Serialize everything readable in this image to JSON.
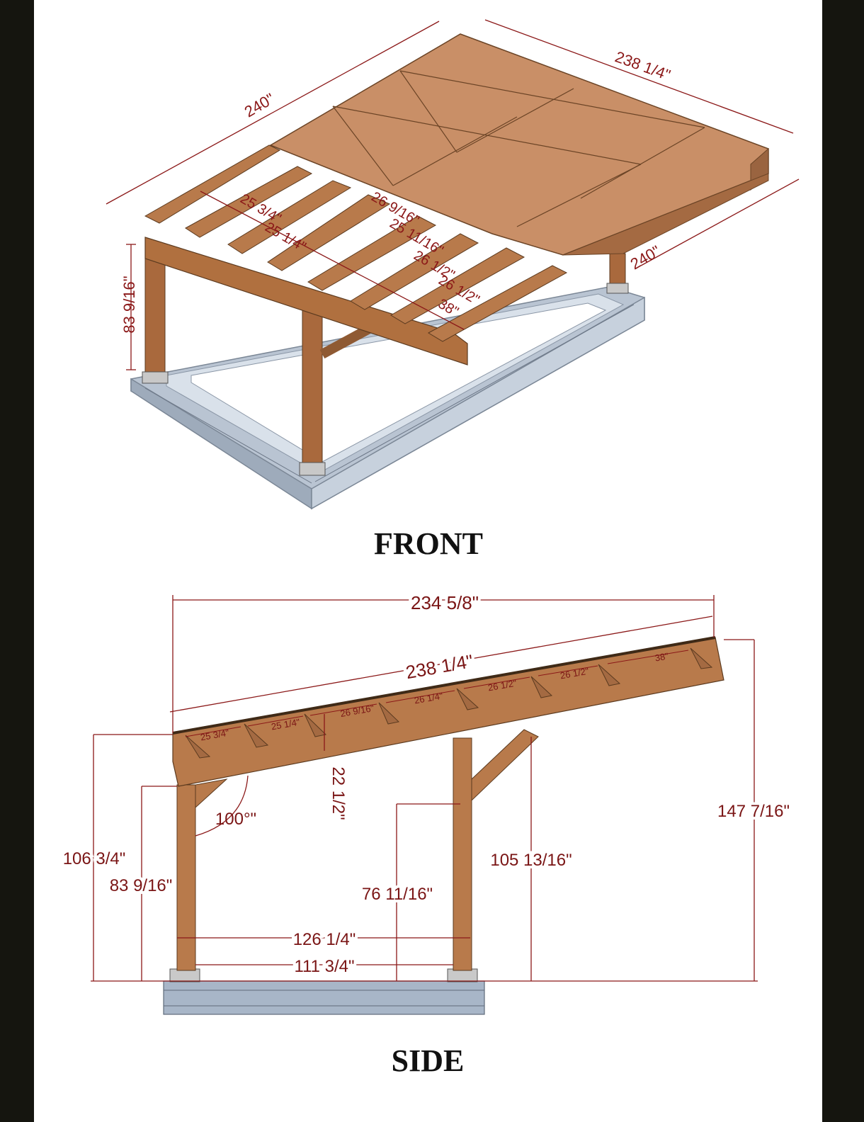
{
  "headings": {
    "front": "FRONT",
    "side": "SIDE"
  },
  "front": {
    "length_top": "240\"",
    "width_top": "238 1/4\"",
    "width_side": "240\"",
    "post_height": "83 9/16\"",
    "spacings": [
      "25 3/4\"",
      "25 1/4\"",
      "26 9/16\"",
      "25 11/16\"",
      "26 1/2\"",
      "26 1/2\"",
      "38\""
    ]
  },
  "side": {
    "top_span": "234 5/8\"",
    "roof_length": "238 1/4\"",
    "rafter_spacings": [
      "25 3/4\"",
      "25 1/4\"",
      "26 9/16\"",
      "26 1/4\"",
      "26 1/2\"",
      "26 1/2\"",
      "38\""
    ],
    "beam_depth": "22 1/2\"",
    "angle": "100°\"",
    "height_low_outer": "106 3/4\"",
    "height_low_post": "83 9/16\"",
    "height_high_outer": "147 7/16\"",
    "height_high_post": "105 13/16\"",
    "height_brace": "76 11/16\"",
    "span_outer": "126 1/4\"",
    "span_inner": "111 3/4\""
  },
  "colors": {
    "wood": "#b87a4b",
    "wood_dark": "#8f5a33",
    "roof": "#c98f67",
    "concrete": "#a8b6c8",
    "dimension": "#8b1818",
    "background": "#15150f"
  }
}
